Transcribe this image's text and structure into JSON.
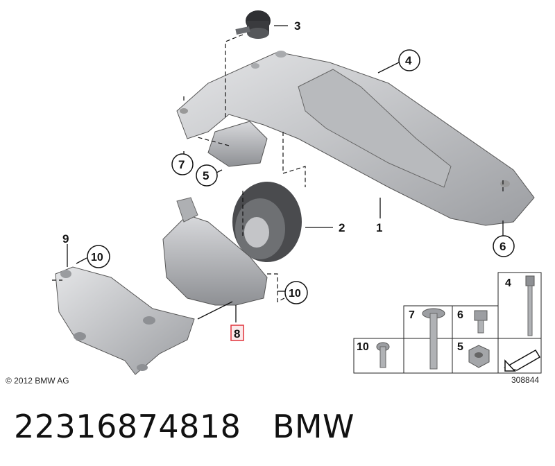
{
  "callouts": {
    "c1": "1",
    "c2": "2",
    "c3": "3",
    "c4": "4",
    "c5": "5",
    "c6": "6",
    "c7": "7",
    "c8": "8",
    "c9": "9",
    "c10a": "10",
    "c10b": "10"
  },
  "parts_table": {
    "p4": "4",
    "p7": "7",
    "p6": "6",
    "p10": "10",
    "p5": "5"
  },
  "copyright": "© 2012 BMW AG",
  "diagram_number": "308844",
  "caption": {
    "part_number": "22316874818",
    "brand": "BMW"
  },
  "colors": {
    "highlight": "#e0323a",
    "part_fill": "#c9cacd",
    "line": "#111111"
  }
}
